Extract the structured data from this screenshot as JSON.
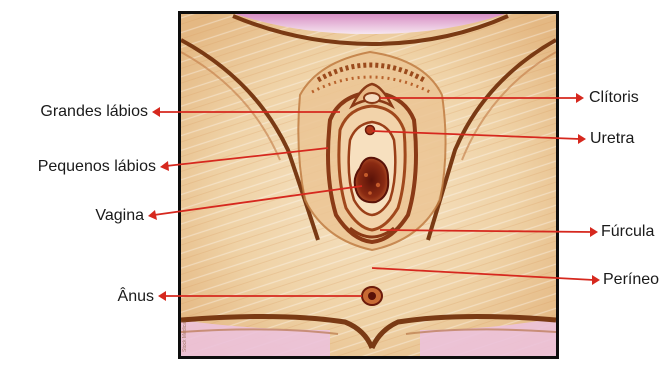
{
  "colors": {
    "arrow": "#d6281e",
    "frame": "#0d0d0d",
    "tissue_light": "#f3dcb8",
    "tissue_mid": "#e0ae74",
    "outline": "#7a3a14",
    "pink_bg": "#e8b6d8"
  },
  "labels": {
    "left": [
      {
        "text": "Grandes lábios"
      },
      {
        "text": "Pequenos lábios"
      },
      {
        "text": "Vagina"
      },
      {
        "text": "Ânus"
      }
    ],
    "right": [
      {
        "text": "Clítoris"
      },
      {
        "text": "Uretra"
      },
      {
        "text": "Fúrcula"
      },
      {
        "text": "Períneo"
      }
    ]
  },
  "watermark": "Stock Medical"
}
